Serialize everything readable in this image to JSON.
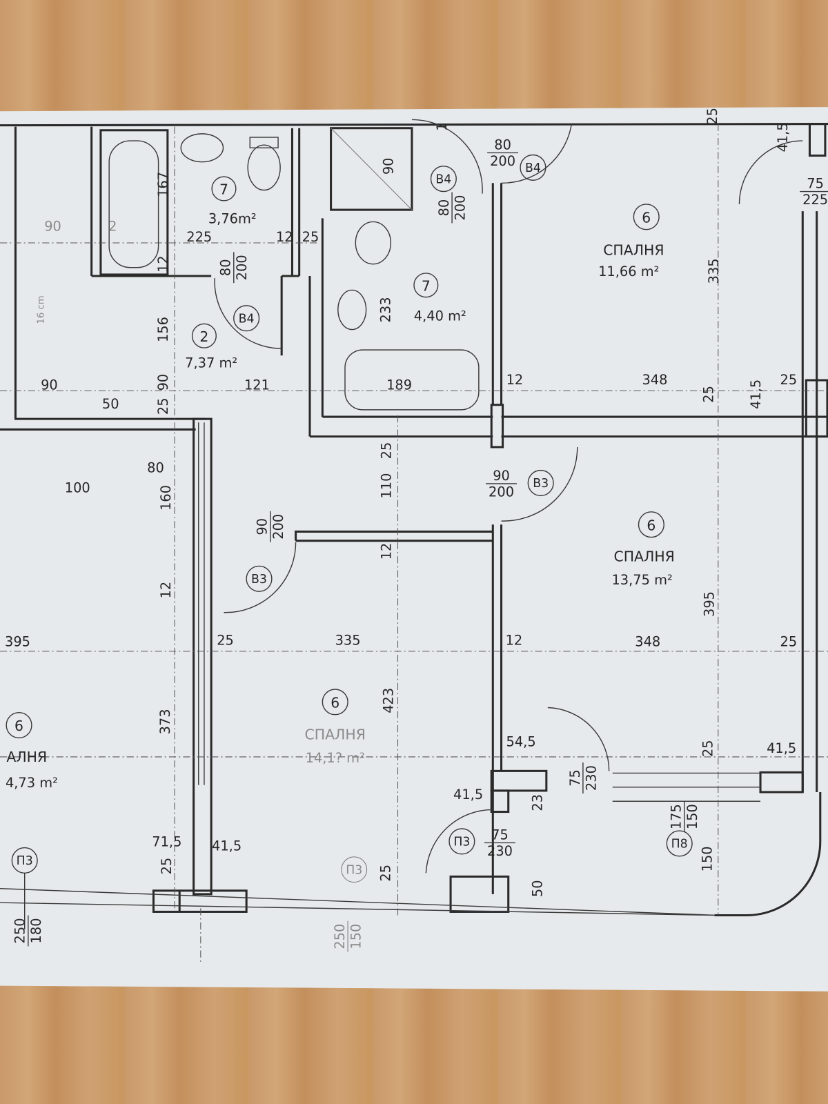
{
  "colors": {
    "paper": "#e7eaec",
    "ink": "#262626",
    "wood": "#c99a67"
  },
  "rooms": [
    {
      "number": "7",
      "area": "3,76m²"
    },
    {
      "number": "2",
      "area": "7,37 m²"
    },
    {
      "number": "7",
      "area": "4,40 m²"
    },
    {
      "number": "6",
      "name": "СПАЛНЯ",
      "area": "11,66 m²"
    },
    {
      "number": "6",
      "name": "СПАЛНЯ",
      "area": "13,75 m²"
    },
    {
      "number": "6",
      "name": "СПАЛНЯ",
      "area": "14,1? m²"
    },
    {
      "number": "6",
      "name": "АЛНЯ",
      "area": "4,73 m²"
    }
  ],
  "door_tags": [
    "B4",
    "B4",
    "B4",
    "B3",
    "B3",
    "П3",
    "П3",
    "П8",
    "П3"
  ],
  "door_sizes": [
    {
      "w": "80",
      "h": "200"
    },
    {
      "w": "80",
      "h": "200"
    },
    {
      "w": "80",
      "h": "200"
    },
    {
      "w": "90",
      "h": "200"
    },
    {
      "w": "90",
      "h": "200"
    },
    {
      "w": "75",
      "h": "230"
    },
    {
      "w": "75",
      "h": "230"
    },
    {
      "w": "175",
      "h": "150"
    },
    {
      "w": "250",
      "h": "180"
    },
    {
      "w": "250",
      "h": "150"
    },
    {
      "w": "75",
      "h": "225"
    }
  ],
  "dims": [
    "90",
    "167",
    "225",
    "12",
    "25",
    "12",
    "156",
    "90",
    "50",
    "90",
    "25",
    "121",
    "90",
    "233",
    "189",
    "12",
    "348",
    "25",
    "41,5",
    "25",
    "335",
    "25",
    "41,5",
    "25",
    "110",
    "12",
    "80",
    "100",
    "160",
    "12",
    "395",
    "25",
    "335",
    "12",
    "348",
    "395",
    "25",
    "373",
    "423",
    "54,5",
    "25",
    "41,5",
    "41,5",
    "23",
    "71,5",
    "41,5",
    "25",
    "25",
    "50",
    "150",
    "1",
    "16 cm",
    "2"
  ]
}
